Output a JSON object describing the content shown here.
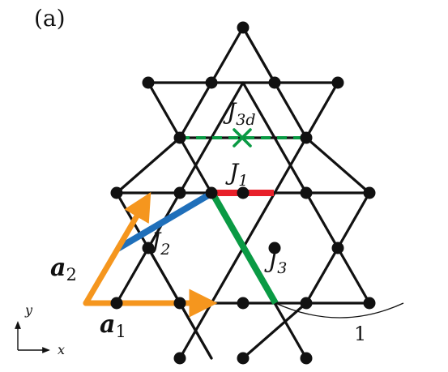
{
  "panel_label": "(a)",
  "labels": {
    "j1": {
      "main": "J",
      "sub": "1"
    },
    "j2": {
      "main": "J",
      "sub": "2"
    },
    "j3": {
      "main": "J",
      "sub": "3"
    },
    "j3d": {
      "main": "J",
      "sub": "3d"
    },
    "a1": {
      "main": "a",
      "sub": "1"
    },
    "a2": {
      "main": "a",
      "sub": "2"
    },
    "unit_length": "1",
    "axis_x": "x",
    "axis_y": "y"
  },
  "colors": {
    "lattice": "#111111",
    "j1_bond": "#e8202a",
    "j2_bond": "#1f6fba",
    "j3_bond": "#0a9a44",
    "j3d_bond": "#0a9a44",
    "lattice_vectors": "#f5961e"
  },
  "icons": {
    "j3d_center": "cross-mark-icon",
    "axis_arrows": "axes-arrows-icon"
  }
}
